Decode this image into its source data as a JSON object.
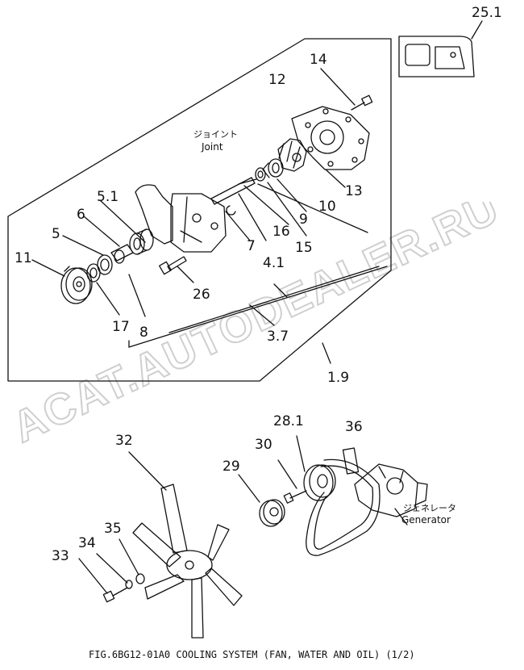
{
  "caption": "FIG.6BG12-01A0  COOLING SYSTEM (FAN, WATER AND OIL) (1/2)",
  "watermark": "ACAT.AUTODEALER.RU",
  "annotations": {
    "joint_jp": "ジョイント",
    "joint_en": "Joint",
    "generator_jp": "ジェネレータ",
    "generator_en": "Generator"
  },
  "part_numbers": {
    "p25_1": "25.1",
    "p14": "14",
    "p12": "12",
    "p13": "13",
    "p10": "10",
    "p9": "9",
    "p5_1": "5.1",
    "p6": "6",
    "p5": "5",
    "p11": "11",
    "p16": "16",
    "p15": "15",
    "p7": "7",
    "p4_1": "4.1",
    "p26": "26",
    "p17": "17",
    "p8": "8",
    "p3_7": "3.7",
    "p1_9": "1.9",
    "p28_1": "28.1",
    "p36": "36",
    "p30": "30",
    "p29": "29",
    "p32": "32",
    "p35": "35",
    "p34": "34",
    "p33": "33"
  },
  "colors": {
    "ink": "#111111",
    "watermark": "#d9d9d9"
  }
}
